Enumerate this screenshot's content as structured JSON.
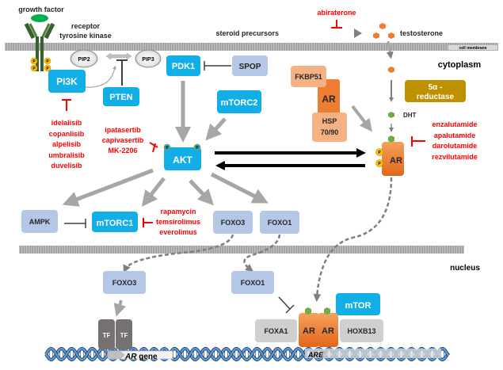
{
  "labels": {
    "growth_factor": "growth factor",
    "receptor_line1": "receptor",
    "receptor_line2": "tyrosine kinase",
    "steroid_precursors": "steroid precursors",
    "testosterone": "testosterone",
    "cell_membrane": "cell membrane",
    "cytoplasm": "cytoplasm",
    "nucleus": "nucleus",
    "dht": "DHT",
    "ar_gene_italic": "AR",
    "ar_gene_rest": " gene",
    "are": "ARE"
  },
  "phospho_label": "P",
  "nodes": {
    "pip2": "PIP2",
    "pip3": "PIP3",
    "pi3k": "PI3K",
    "pten": "PTEN",
    "pdk1": "PDK1",
    "spop": "SPOP",
    "mtorc2": "mTORC2",
    "akt": "AKT",
    "fkbp51": "FKBP51",
    "ar_complex": "AR",
    "hsp_line1": "HSP",
    "hsp_line2": "70/90",
    "reductase_line1": "5α -",
    "reductase_line2": "reductase",
    "ar_active": "AR",
    "ampk": "AMPK",
    "mtorc1": "mTORC1",
    "foxo3_cyto": "FOXO3",
    "foxo1_cyto": "FOXO1",
    "foxo3_nuc": "FOXO3",
    "foxo1_nuc": "FOXO1",
    "tf1": "TF",
    "tf2": "TF",
    "mtor": "mTOR",
    "foxa1": "FOXA1",
    "ar_dimer1": "AR",
    "ar_dimer2": "AR",
    "hoxb13": "HOXB13"
  },
  "drugs": {
    "abiraterone": [
      "abiraterone"
    ],
    "pi3k_inhibitors": [
      "idelalisib",
      "copanlisib",
      "alpelisib",
      "umbralisib",
      "duvelisib"
    ],
    "akt_inhibitors": [
      "ipatasertib",
      "capivasertib",
      "MK-2206"
    ],
    "mtorc1_inhibitors": [
      "rapamycin",
      "temsirolimus",
      "everolimus"
    ],
    "ar_inhibitors": [
      "enzalutamide",
      "apalutamide",
      "darolutamide",
      "rezvilutamide"
    ]
  },
  "colors": {
    "kinase_blue": "#12aee8",
    "pale_blue": "#b4c7e7",
    "peach": "#f4b183",
    "orange": "#ed7d31",
    "gold": "#bf9000",
    "drug_red": "#ff0000",
    "receptor_green": "#38602f",
    "ligand_green": "#00b050",
    "dht_green": "#70ad47",
    "phospho_yellow": "#ffc000",
    "grey_arrow": "#a6a6a6",
    "tf_grey": "#767171",
    "dna_blue": "#2e75b6",
    "light_grey_box": "#d0cece"
  }
}
